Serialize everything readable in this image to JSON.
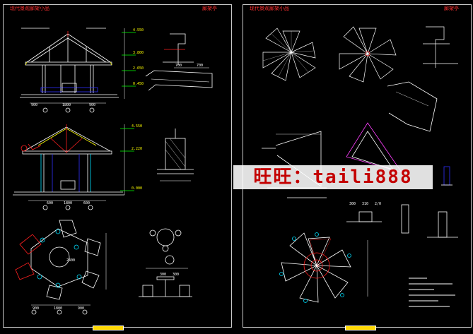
{
  "sheets": {
    "left": {
      "title": "现代景观廊架小品",
      "stamp": "廊架亭"
    },
    "right": {
      "title": "现代景观廊架小品",
      "stamp": "廊架亭"
    }
  },
  "watermark": {
    "text": "旺旺：taili888"
  },
  "dims": {
    "elev_top": [
      "900",
      "1800",
      "900"
    ],
    "elev_mid": [
      "600",
      "1800",
      "600"
    ],
    "plan_bottom": [
      "900",
      "1800",
      "900"
    ],
    "plan_mid": "2400",
    "stool": [
      "300",
      "300"
    ],
    "detail": [
      "700",
      "700"
    ],
    "levels": [
      "4.550",
      "3.800",
      "2.650",
      "2.220",
      "0.450",
      "0.000"
    ],
    "right_small": [
      "300",
      "310",
      "2/0"
    ]
  },
  "colors": {
    "frame": "#c8c8c8",
    "red": "#ff2020",
    "yellow": "#ffff00",
    "cyan": "#00e0ff",
    "blue": "#3030ff",
    "green": "#00ff00",
    "magenta": "#ff40ff"
  }
}
